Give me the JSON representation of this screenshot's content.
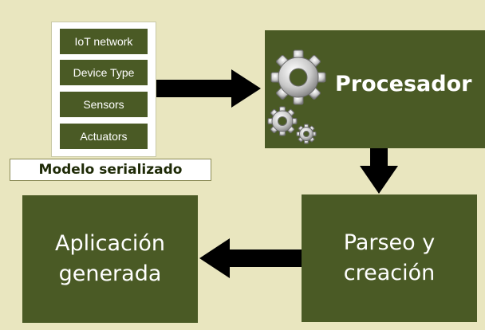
{
  "model": {
    "items": [
      "IoT network",
      "Device Type",
      "Sensors",
      "Actuators"
    ],
    "label": "Modelo serializado"
  },
  "processor": {
    "title": "Procesador",
    "icon": "gears-icon"
  },
  "parse": {
    "line1": "Parseo y",
    "line2": "creación"
  },
  "app": {
    "line1": "Aplicación",
    "line2": "generada"
  },
  "colors": {
    "background": "#e9e6bf",
    "box_fill": "#4a5a25",
    "arrow": "#000000",
    "text": "#ffffff"
  }
}
